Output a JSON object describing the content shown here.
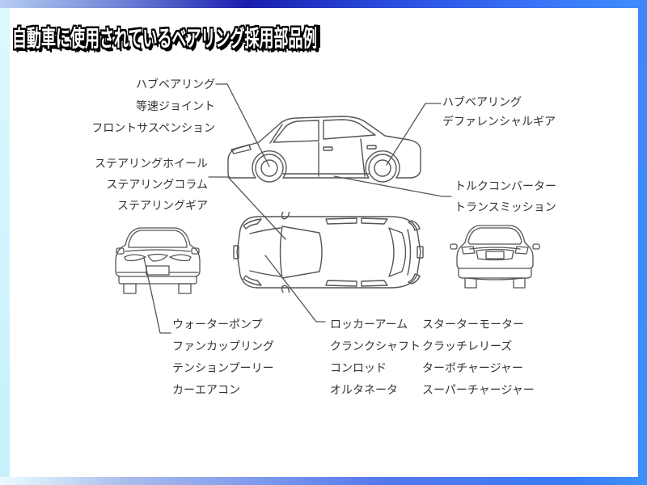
{
  "title": "自動車に使用されているベアリング採用部品例",
  "label_groups": {
    "top_left": [
      "ハブベアリング",
      "等速ジョイント",
      "フロントサスペンション"
    ],
    "mid_left": [
      "ステアリングホイール",
      "ステアリングコラム",
      "ステアリングギア"
    ],
    "top_right": [
      "ハブベアリング",
      "デファレンシャルギア"
    ],
    "mid_right": [
      "トルクコンバーター",
      "トランスミッション"
    ],
    "bottom_col1": [
      "ウォーターポンプ",
      "ファンカップリング",
      "テンションプーリー",
      "カーエアコン"
    ],
    "bottom_col2": [
      "ロッカーアーム",
      "クランクシャフト",
      "コンロッド",
      "オルタネータ"
    ],
    "bottom_col3": [
      "スターターモーター",
      "クラッチレリーズ",
      "ターボチャージャー",
      "スーパーチャージャー"
    ]
  },
  "icons": {
    "side_view": "car-side-view",
    "top_view": "car-top-view",
    "front_view": "car-front-view",
    "rear_view": "car-rear-view"
  },
  "colors": {
    "diagram_line": "#555555",
    "label_text": "#333333",
    "title_fill": "#ffffff",
    "title_outline": "#000000",
    "border_right_blue": "#3a91fb",
    "border_navy": "#1b1fae",
    "border_left_cyan": "#c6f1fc"
  }
}
